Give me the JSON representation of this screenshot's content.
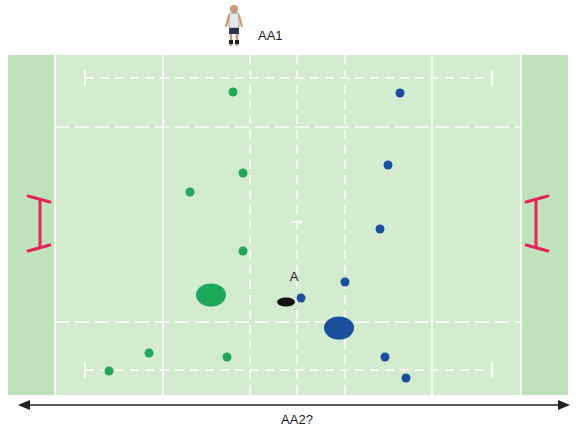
{
  "diagram": {
    "labels": [
      "AA1",
      "A",
      "AA2?"
    ]
  }
}
